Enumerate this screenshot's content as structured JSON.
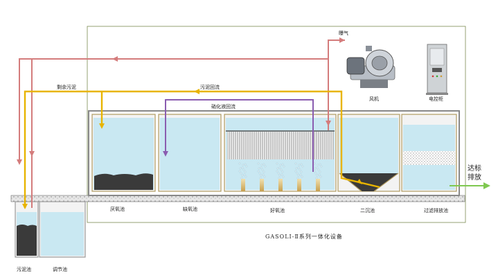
{
  "title": "GASOLI-Ⅱ系列一体化设备",
  "colors": {
    "sludge_return": "#e8b400",
    "nitrate_return": "#8a5cb0",
    "aeration": "#d47c7c",
    "effluent": "#7fc850",
    "water": "#c9e8f2",
    "sludge": "#444444"
  },
  "flows": {
    "aeration": "曝气",
    "excess_sludge": "剩余污泥",
    "sludge_return": "污泥回流",
    "nitrate_return": "硝化液回流",
    "discharge": "达标排放"
  },
  "equipment": {
    "blower": "风机",
    "control_cabinet": "电控柜"
  },
  "tanks": {
    "anaerobic": "厌氧池",
    "anoxic": "缺氧池",
    "aerobic": "好氧池",
    "secondary_clarifier": "二沉池",
    "filter_discharge": "过滤排放池",
    "sludge_tank": "污泥池",
    "equalization": "调节池"
  }
}
